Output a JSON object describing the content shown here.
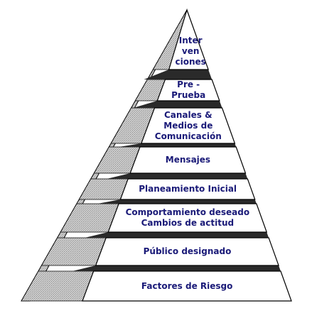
{
  "pyramid": {
    "levels": [
      {
        "label": "Inter\nven\nciones"
      },
      {
        "label": "Pre - Prueba"
      },
      {
        "label": "Canales &\nMedios de\nComunicación"
      },
      {
        "label": "Mensajes"
      },
      {
        "label": "Planeamiento Inicial"
      },
      {
        "label": "Comportamiento deseado\nCambios de actitud"
      },
      {
        "label": "Público designado"
      },
      {
        "label": "Factores de Riesgo"
      }
    ],
    "colors": {
      "face": "#ffffff",
      "outline": "#000000",
      "shadow": "#2a2a2a",
      "side": "#c8c8c8",
      "side_hatch": "#9a9a9a",
      "text": "#1a1a78"
    }
  }
}
